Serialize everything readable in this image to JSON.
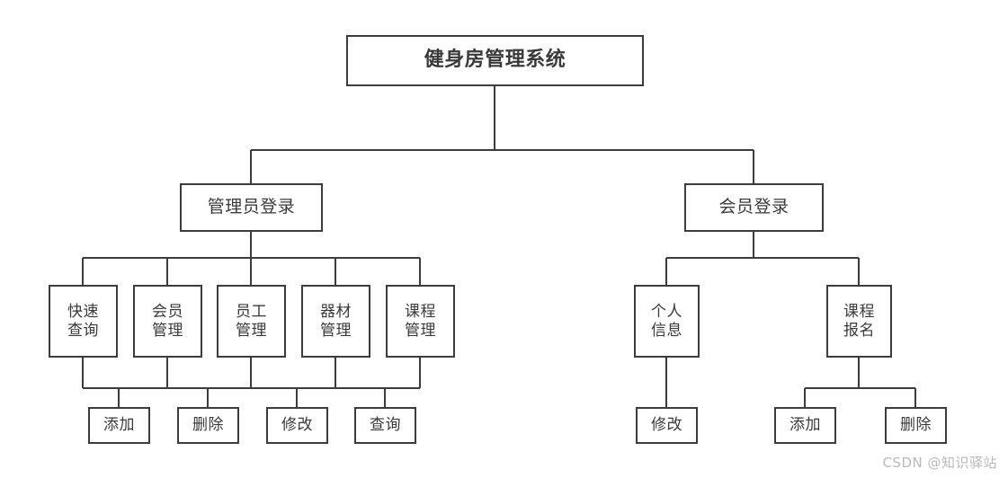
{
  "diagram": {
    "title": "健身房管理系统",
    "type": "hierarchy-tree",
    "watermark": "CSDN @知识驿站",
    "colors": {
      "border": "#3c3c3c",
      "text": "#3a3a3a",
      "background": "#ffffff",
      "watermark": "#b9b9b9"
    },
    "nodes": {
      "root": {
        "label": "健身房管理系统"
      },
      "admin_login": {
        "label": "管理员登录"
      },
      "member_login": {
        "label": "会员登录"
      },
      "admin_modules": [
        {
          "label": "快速\n查询"
        },
        {
          "label": "会员\n管理"
        },
        {
          "label": "员工\n管理"
        },
        {
          "label": "器材\n管理"
        },
        {
          "label": "课程\n管理"
        }
      ],
      "admin_actions": [
        {
          "label": "添加"
        },
        {
          "label": "删除"
        },
        {
          "label": "修改"
        },
        {
          "label": "查询"
        }
      ],
      "member_modules": [
        {
          "label": "个人\n信息"
        },
        {
          "label": "课程\n报名"
        }
      ],
      "member_personal_actions": [
        {
          "label": "修改"
        }
      ],
      "member_course_actions": [
        {
          "label": "添加"
        },
        {
          "label": "删除"
        }
      ]
    }
  }
}
